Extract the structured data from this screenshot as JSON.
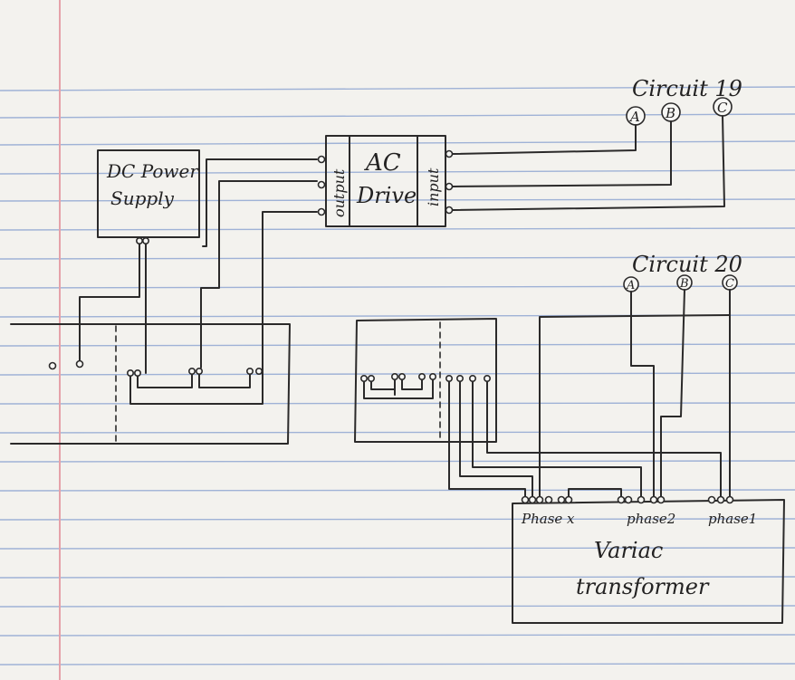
{
  "colors": {
    "paper": "#f3f2ee",
    "rule": "#9fb2d6",
    "margin": "#e5a2a9",
    "ink": "#2b2a2a"
  },
  "labels": {
    "dc_supply_line1": "DC    Power",
    "dc_supply_line2": "Supply",
    "ac_drive_line1": "AC",
    "ac_drive_line2": "Drive",
    "output": "output",
    "input": "input",
    "circuit19": "Circuit 19",
    "circuit20": "Circuit 20",
    "phase_a": "A",
    "phase_b": "B",
    "phase_c": "C",
    "phase_x": "Phase x",
    "phase2": "phase2",
    "phase1": "phase1",
    "variac_line1": "Variac",
    "variac_line2": "transformer"
  }
}
